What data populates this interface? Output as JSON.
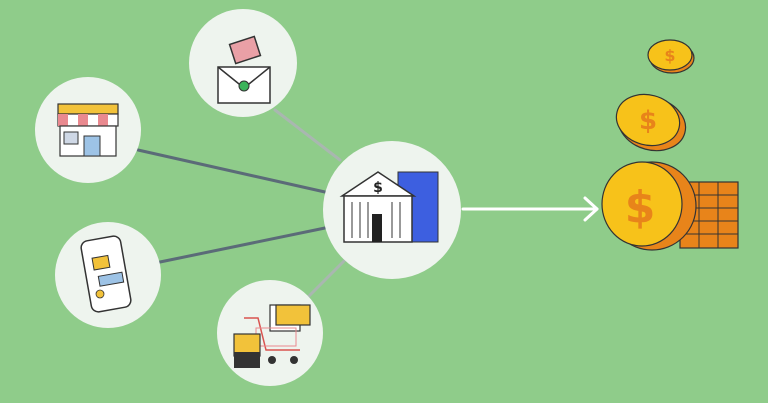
{
  "colors": {
    "background": "#8fcc8a",
    "circle_fill": "#eef4ee",
    "connector": "#5b6b78",
    "arrow": "#ffffff",
    "coin_gold": "#f7c21a",
    "coin_orange": "#e8841a",
    "bank_blue": "#3d5fe0",
    "awning_pink": "#e9898f",
    "box_yellow": "#f2c23a"
  },
  "bank": {
    "symbol": "$",
    "icon": "bank-building-icon"
  },
  "sources": [
    {
      "id": "mail",
      "icon": "envelope-icon"
    },
    {
      "id": "store",
      "icon": "storefront-icon"
    },
    {
      "id": "phone",
      "icon": "mobile-phone-icon"
    },
    {
      "id": "cart",
      "icon": "shopping-cart-icon"
    }
  ],
  "coins": {
    "icon": "dollar-coin-stack-icon",
    "symbol": "$"
  }
}
